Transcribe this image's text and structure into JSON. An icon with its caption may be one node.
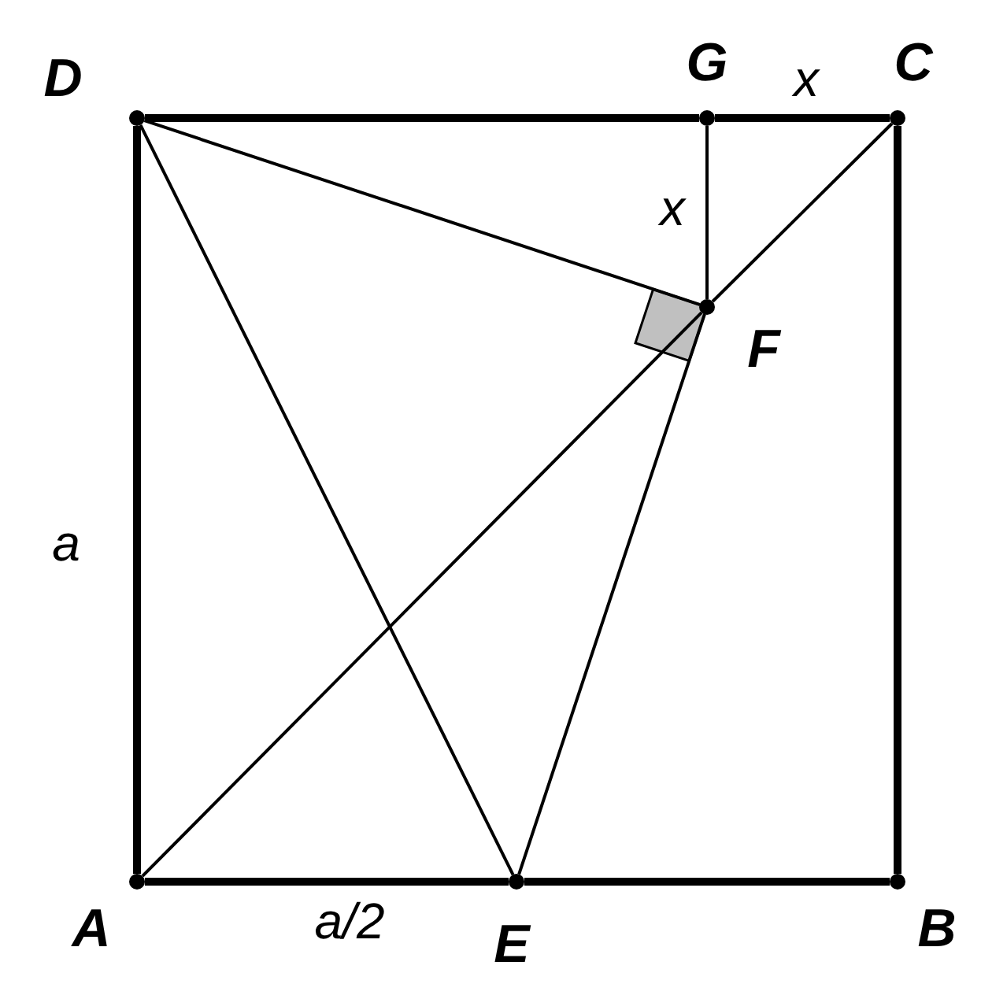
{
  "diagram": {
    "nodes": [
      {
        "text": [
          "D"
        ]
      },
      {
        "text": [
          "G"
        ]
      },
      {
        "text": [
          "C"
        ]
      },
      {
        "text": [
          "F"
        ]
      },
      {
        "text": [
          "A"
        ]
      },
      {
        "text": [
          "E"
        ]
      },
      {
        "text": [
          "B"
        ]
      }
    ],
    "edges": [
      {
        "from": 0,
        "to": 1,
        "arrow": "none",
        "style": "thick"
      },
      {
        "from": 1,
        "to": 2,
        "arrow": "none",
        "style": "thick"
      },
      {
        "from": 2,
        "to": 6,
        "arrow": "none",
        "style": "thick"
      },
      {
        "from": 4,
        "to": 5,
        "arrow": "none",
        "style": "thick"
      },
      {
        "from": 5,
        "to": 6,
        "arrow": "none",
        "style": "thick"
      },
      {
        "from": 0,
        "to": 4,
        "arrow": "none",
        "style": "thick"
      },
      {
        "from": 4,
        "to": 3,
        "arrow": "none"
      },
      {
        "from": 3,
        "to": 2,
        "arrow": "none"
      },
      {
        "from": 0,
        "to": 3,
        "arrow": "none"
      },
      {
        "from": 1,
        "to": 3,
        "arrow": "none"
      },
      {
        "from": 0,
        "to": 5,
        "arrow": "none"
      },
      {
        "from": 5,
        "to": 3,
        "arrow": "none"
      }
    ],
    "labels": [
      "x",
      "x",
      "a",
      "a/2"
    ]
  }
}
